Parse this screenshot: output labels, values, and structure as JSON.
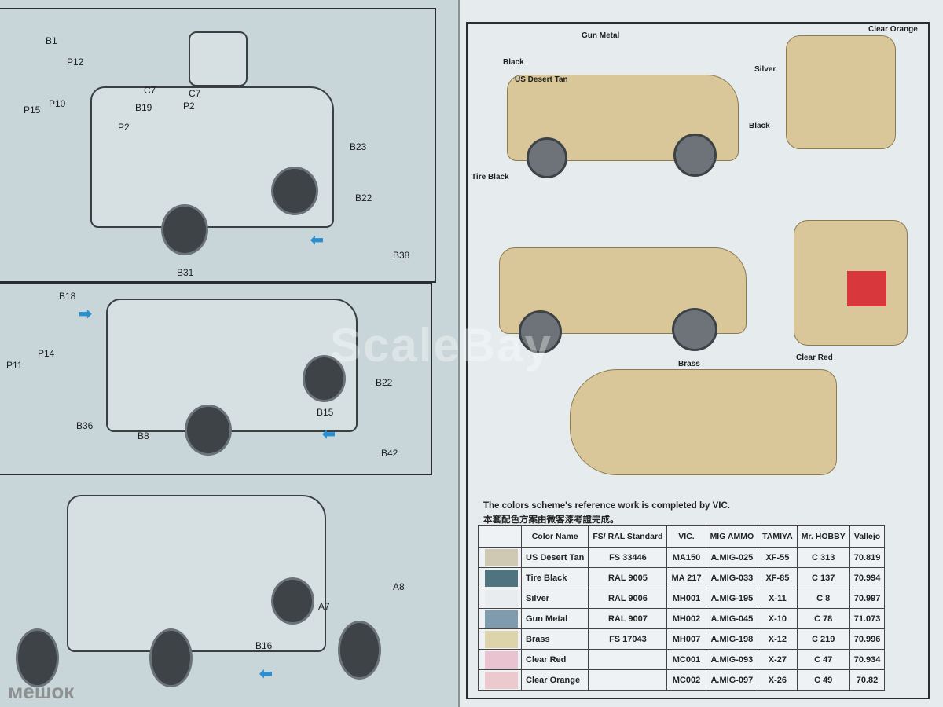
{
  "left_page": {
    "step1_labels": [
      "B1",
      "P12",
      "P15",
      "P10",
      "C7",
      "B19",
      "P2",
      "C7",
      "P2",
      "B23",
      "B22",
      "B38"
    ],
    "step2_labels": [
      "B18",
      "B31",
      "P14",
      "P11",
      "B36",
      "B8",
      "B15",
      "B22",
      "B42"
    ],
    "step3_labels": [
      "B16",
      "A8",
      "A7"
    ]
  },
  "right_page": {
    "callouts": {
      "gun_metal": "Gun Metal",
      "black1": "Black",
      "us_desert_tan": "US Desert Tan",
      "clear_orange": "Clear Orange",
      "silver": "Silver",
      "black2": "Black",
      "tire_black": "Tire Black",
      "brass": "Brass",
      "clear_red": "Clear Red"
    },
    "note_en": "The colors scheme's reference work is completed by VIC.",
    "note_cn": "本套配色方案由微客漆考證完成。",
    "table": {
      "headers": [
        "Color Name",
        "FS/ RAL Standard",
        "VIC.",
        "MIG AMMO",
        "TAMIYA",
        "Mr. HOBBY",
        "Vallejo"
      ],
      "rows": [
        {
          "swatch": "#cfc9b4",
          "cells": [
            "US Desert Tan",
            "FS 33446",
            "MA150",
            "A.MIG-025",
            "XF-55",
            "C 313",
            "70.819"
          ]
        },
        {
          "swatch": "#4f7480",
          "cells": [
            "Tire Black",
            "RAL 9005",
            "MA 217",
            "A.MIG-033",
            "XF-85",
            "C 137",
            "70.994"
          ]
        },
        {
          "swatch": "#e9ecee",
          "cells": [
            "Silver",
            "RAL 9006",
            "MH001",
            "A.MIG-195",
            "X-11",
            "C 8",
            "70.997"
          ]
        },
        {
          "swatch": "#7f9cae",
          "cells": [
            "Gun Metal",
            "RAL 9007",
            "MH002",
            "A.MIG-045",
            "X-10",
            "C 78",
            "71.073"
          ]
        },
        {
          "swatch": "#ddd4ac",
          "cells": [
            "Brass",
            "FS 17043",
            "MH007",
            "A.MIG-198",
            "X-12",
            "C 219",
            "70.996"
          ]
        },
        {
          "swatch": "#e9c3cf",
          "cells": [
            "Clear Red",
            "",
            "MC001",
            "A.MIG-093",
            "X-27",
            "C 47",
            "70.934"
          ]
        },
        {
          "swatch": "#ecc8cf",
          "cells": [
            "Clear Orange",
            "",
            "MC002",
            "A.MIG-097",
            "X-26",
            "C 49",
            "70.82"
          ]
        }
      ]
    }
  },
  "watermark": "ScaleBay",
  "logo": "мешок"
}
